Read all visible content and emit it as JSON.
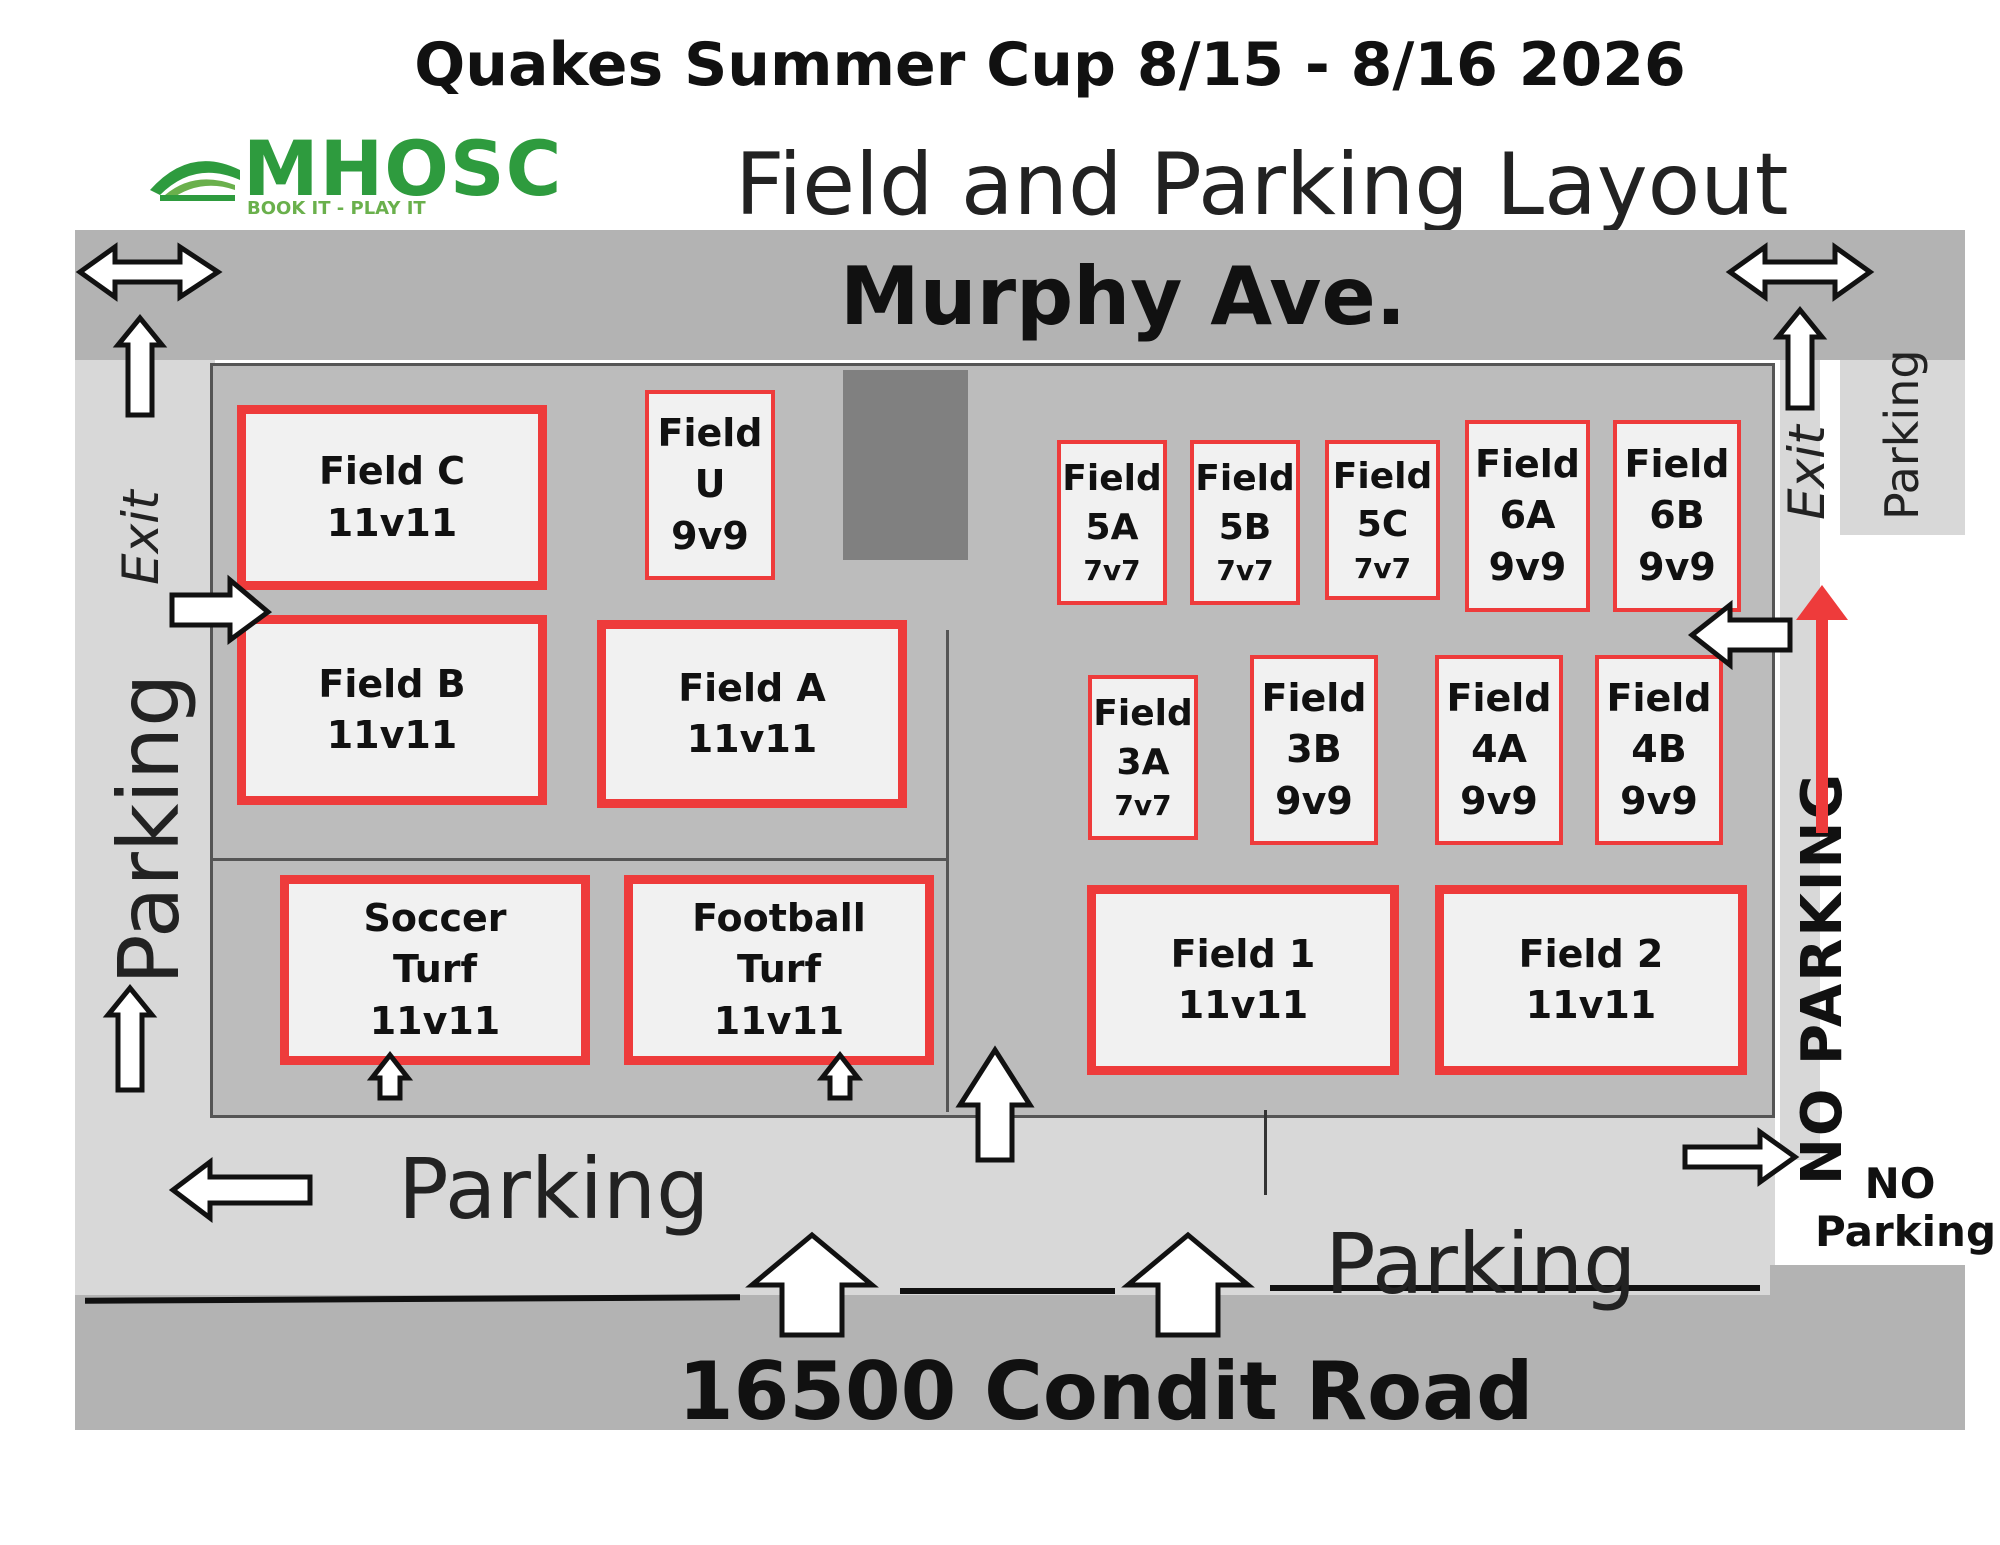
{
  "title": "Quakes Summer Cup 8/15 - 8/16 2026",
  "logo": {
    "brand": "MHOSC",
    "tagline": "BOOK IT - PLAY IT"
  },
  "subtitle": "Field and Parking Layout",
  "roads": {
    "north": "Murphy Ave.",
    "south": "16500 Condit Road"
  },
  "labels": {
    "exit_left": "Exit",
    "exit_right": "Exit",
    "parking_left": "Parking",
    "parking_right_top": "Parking",
    "parking_bottom_left": "Parking",
    "parking_bottom_right": "Parking",
    "no_parking_vertical": "NO PARKING",
    "no_parking_corner_line1": "NO",
    "no_parking_corner_line2": "Parking"
  },
  "fields": {
    "c": {
      "name": "Field C",
      "format": "11v11"
    },
    "u": {
      "line1": "Field",
      "line2": "U",
      "format": "9v9"
    },
    "b": {
      "name": "Field B",
      "format": "11v11"
    },
    "a": {
      "name": "Field A",
      "format": "11v11"
    },
    "soccer": {
      "line1": "Soccer",
      "line2": "Turf",
      "format": "11v11"
    },
    "football": {
      "line1": "Football",
      "line2": "Turf",
      "format": "11v11"
    },
    "f5a": {
      "line1": "Field",
      "line2": "5A",
      "format": "7v7"
    },
    "f5b": {
      "line1": "Field",
      "line2": "5B",
      "format": "7v7"
    },
    "f5c": {
      "line1": "Field",
      "line2": "5C",
      "format": "7v7"
    },
    "f6a": {
      "line1": "Field",
      "line2": "6A",
      "format": "9v9"
    },
    "f6b": {
      "line1": "Field",
      "line2": "6B",
      "format": "9v9"
    },
    "f3a": {
      "line1": "Field",
      "line2": "3A",
      "format": "7v7"
    },
    "f3b": {
      "line1": "Field",
      "line2": "3B",
      "format": "9v9"
    },
    "f4a": {
      "line1": "Field",
      "line2": "4A",
      "format": "9v9"
    },
    "f4b": {
      "line1": "Field",
      "line2": "4B",
      "format": "9v9"
    },
    "f1": {
      "name": "Field 1",
      "format": "11v11"
    },
    "f2": {
      "name": "Field 2",
      "format": "11v11"
    }
  },
  "colors": {
    "field_frame": "#ee3b3b",
    "road": "#b3b3b3",
    "lot": "#d8d8d8",
    "no_parking_arrow": "#ee3b3b"
  }
}
